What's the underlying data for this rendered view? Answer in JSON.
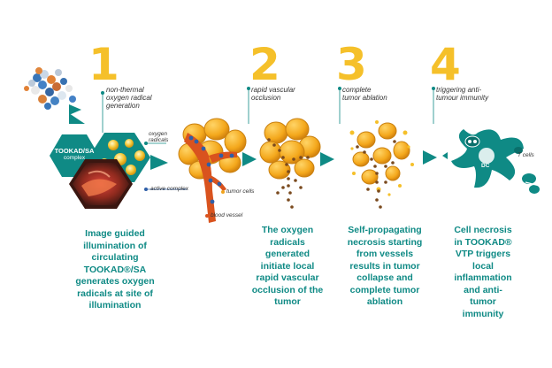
{
  "steps": [
    {
      "number": "1",
      "label_lines": [
        "non-thermal",
        "oxygen radical",
        "generation"
      ],
      "caption_lines": [
        "Image guided",
        "illumination of",
        "circulating",
        "TOOKAD®/SA",
        "generates oxygen",
        "radicals at site of",
        "illumination"
      ]
    },
    {
      "number": "2",
      "label_lines": [
        "rapid vascular",
        "occlusion"
      ],
      "caption_lines": [
        "The oxygen",
        "radicals",
        "generated",
        "initiate local",
        "rapid vascular",
        "occlusion of the",
        "tumor"
      ]
    },
    {
      "number": "3",
      "label_lines": [
        "complete",
        "tumor ablation"
      ],
      "caption_lines": [
        "Self-propagating",
        "necrosis starting",
        "from vessels",
        "results in tumor",
        "collapse and",
        "complete tumor",
        "ablation"
      ]
    },
    {
      "number": "4",
      "label_lines": [
        "triggering anti-",
        "tumour immunity"
      ],
      "caption_lines": [
        "Cell necrosis",
        "in TOOKAD®",
        "VTP triggers",
        "local",
        "inflammation",
        "and anti-",
        "tumor",
        "immunity"
      ]
    }
  ],
  "labels": {
    "hex_line1": "TOOKAD/SA",
    "hex_line2": "complex",
    "oxygen_radicals_line1": "oxygen",
    "oxygen_radicals_line2": "radicals",
    "active_complex": "active complex",
    "tumor_cells": "tumor cells",
    "blood_vessel": "blood vessel",
    "t_cells": "T cells",
    "dc": "DC"
  },
  "colors": {
    "teal": "#0f8a85",
    "teal_dark": "#0a6f6b",
    "yellow": "#f5c02a",
    "orange": "#f0a41d",
    "red_vessel": "#d9531e",
    "brown": "#7a4a1e"
  }
}
